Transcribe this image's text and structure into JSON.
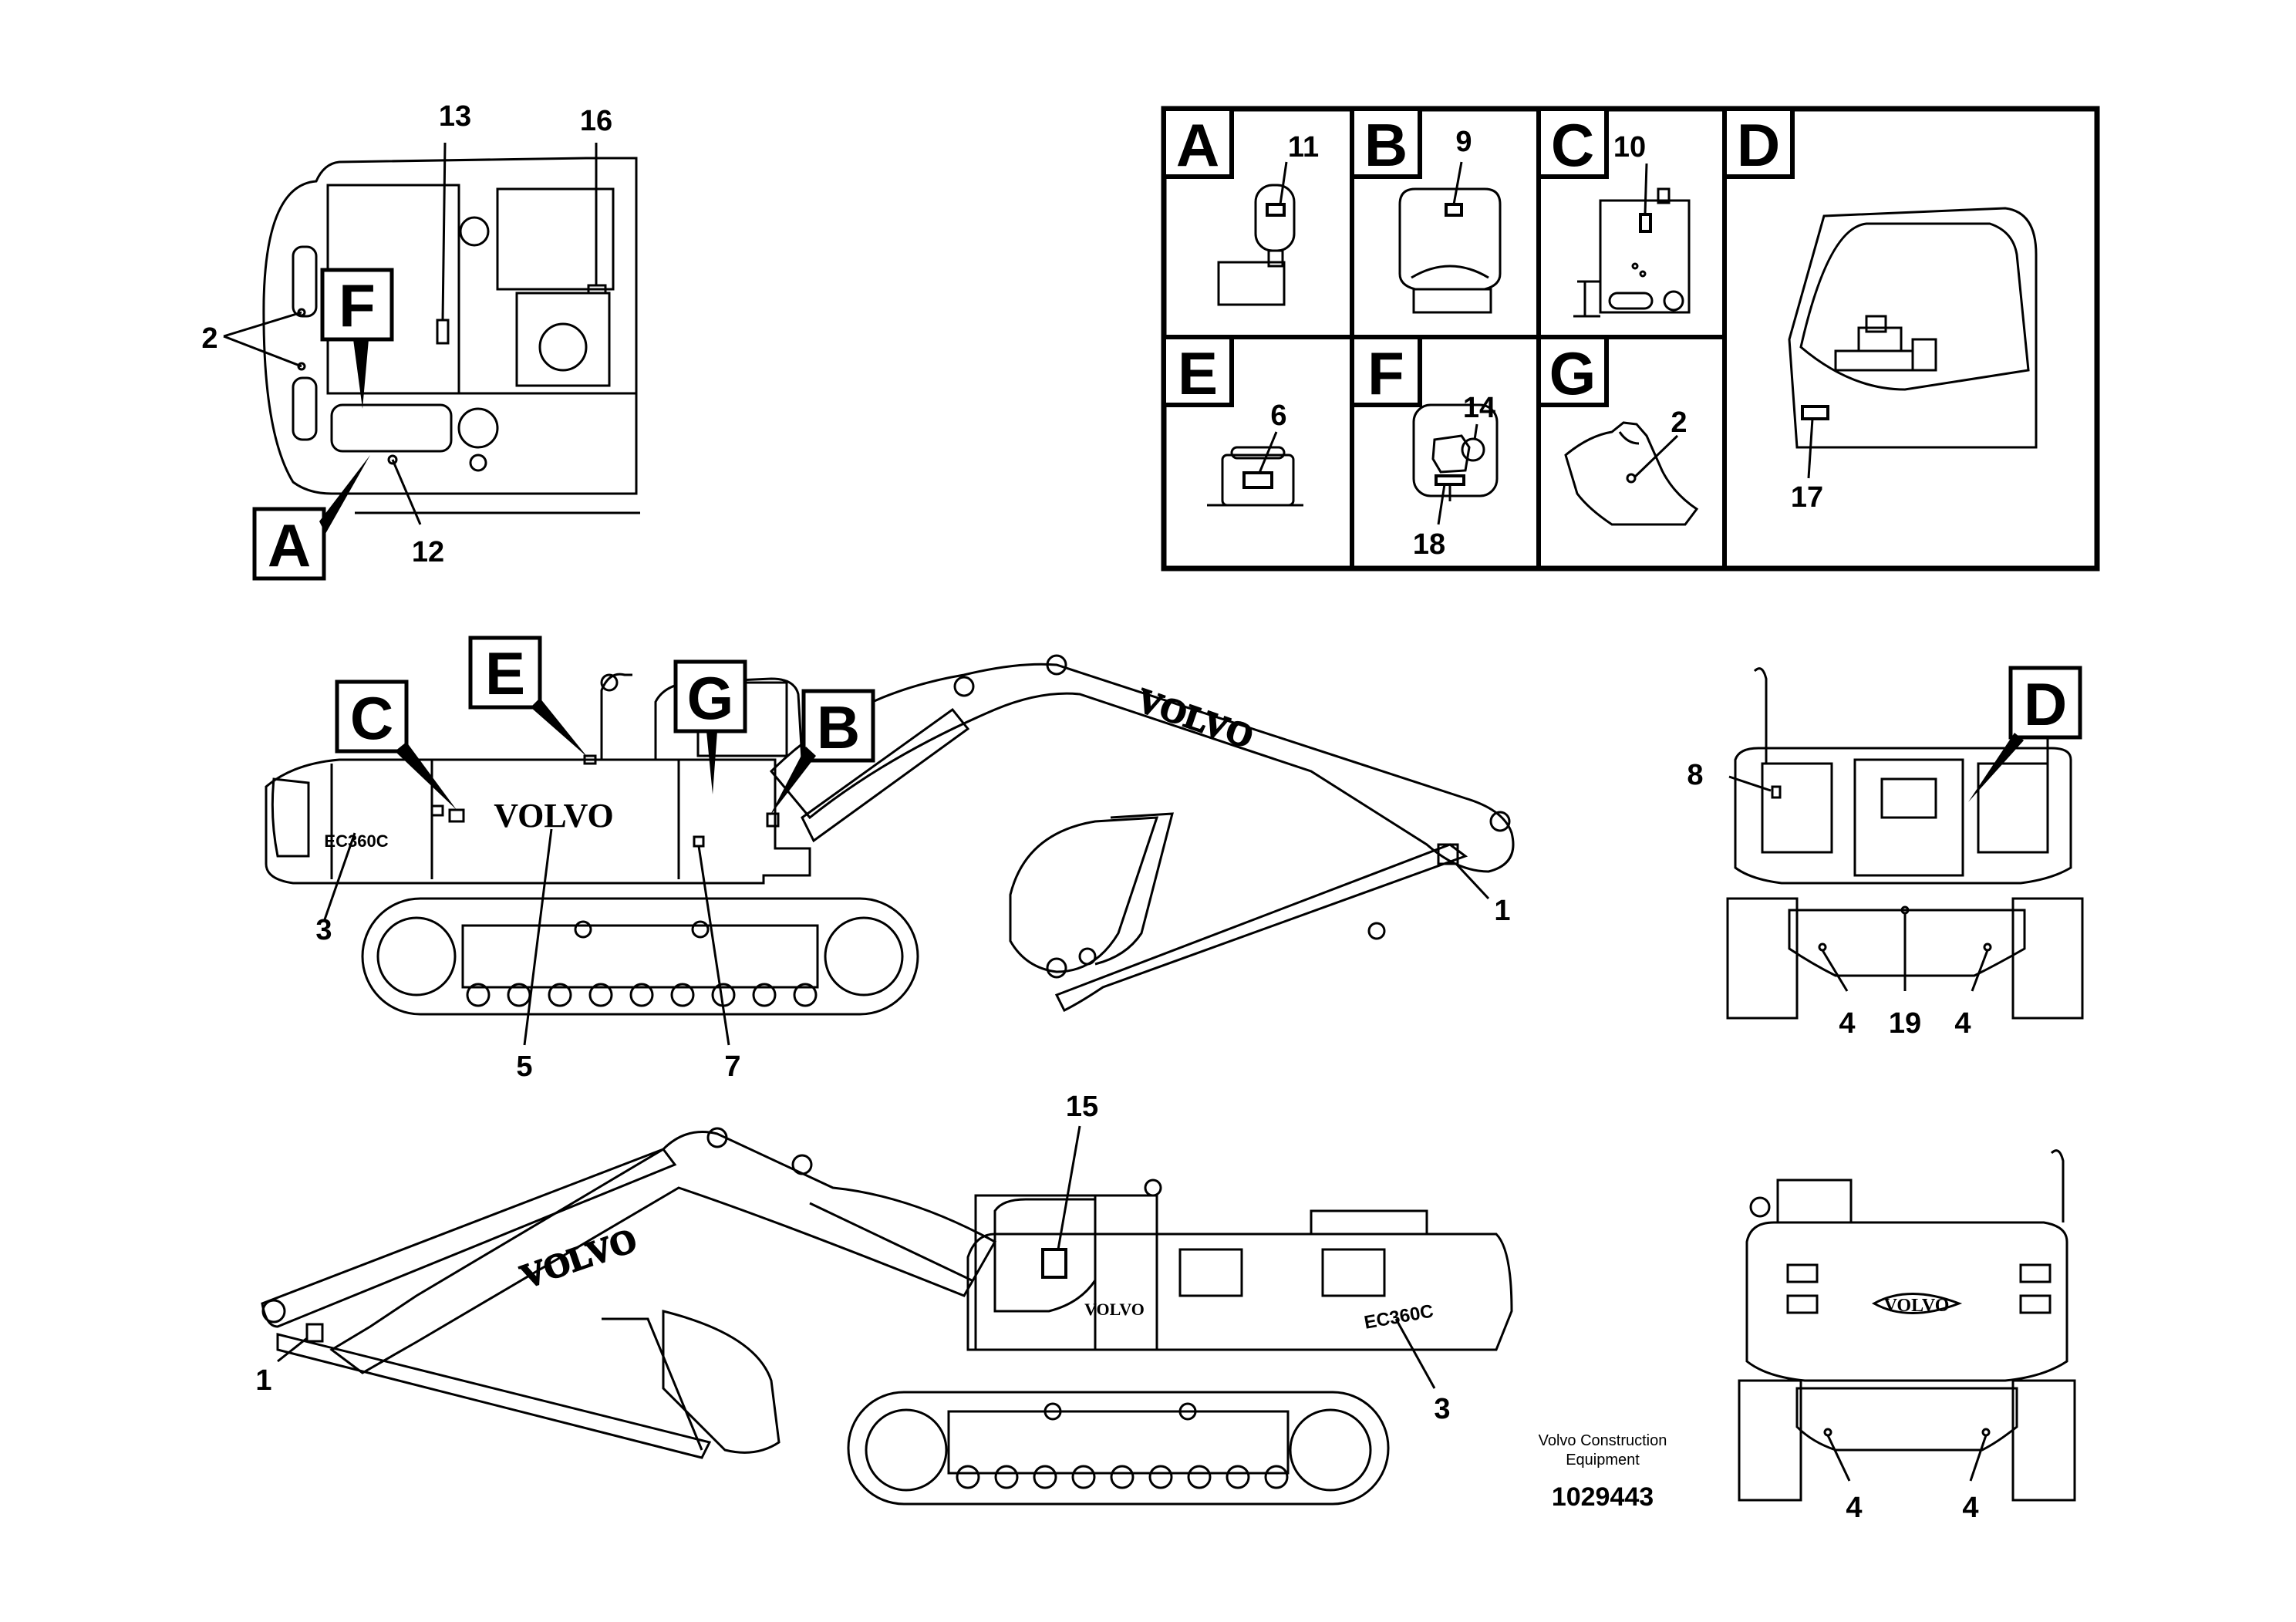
{
  "publisher": {
    "line1": "Volvo Construction",
    "line2": "Equipment"
  },
  "document_number": "1029443",
  "model_text": "EC360C",
  "brand_text": "VOLVO",
  "detail_panels": [
    {
      "letter": "A",
      "callouts": [
        "11"
      ]
    },
    {
      "letter": "B",
      "callouts": [
        "9"
      ]
    },
    {
      "letter": "C",
      "callouts": [
        "10"
      ]
    },
    {
      "letter": "D",
      "callouts": [
        "17"
      ]
    },
    {
      "letter": "E",
      "callouts": [
        "6"
      ]
    },
    {
      "letter": "F",
      "callouts": [
        "14",
        "18"
      ]
    },
    {
      "letter": "G",
      "callouts": [
        "2"
      ]
    }
  ],
  "views": {
    "top": {
      "callouts": [
        "13",
        "16",
        "2",
        "12"
      ],
      "detail_refs": [
        "F",
        "A"
      ]
    },
    "left_side": {
      "callouts": [
        "3",
        "5",
        "7",
        "1"
      ],
      "detail_refs": [
        "C",
        "E",
        "G",
        "B"
      ]
    },
    "rear": {
      "callouts": [
        "8",
        "4",
        "19",
        "4"
      ],
      "detail_refs": [
        "D"
      ]
    },
    "right_side": {
      "callouts": [
        "15",
        "1",
        "3"
      ]
    },
    "front": {
      "callouts": [
        "4",
        "4"
      ]
    }
  }
}
